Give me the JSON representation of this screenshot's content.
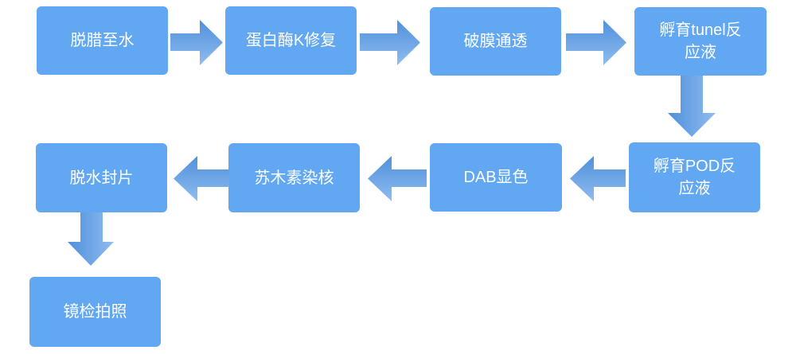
{
  "flow": {
    "description": "TUNEL staining protocol flowchart",
    "colors": {
      "background": "#ffffff",
      "box_fill": "#62A7F1",
      "box_text": "#ffffff",
      "arrow_gradient_start": "#4F90DC",
      "arrow_gradient_end": "#8FBCEF"
    },
    "nodes": [
      {
        "id": "step-1",
        "label": "脱腊至水"
      },
      {
        "id": "step-2",
        "label": "蛋白酶K修复"
      },
      {
        "id": "step-3",
        "label": "破膜通透"
      },
      {
        "id": "step-4",
        "label": "孵育tunel反应液"
      },
      {
        "id": "step-5",
        "label": "孵育POD反应液"
      },
      {
        "id": "step-6",
        "label": "DAB显色"
      },
      {
        "id": "step-7",
        "label": "苏木素染核"
      },
      {
        "id": "step-8",
        "label": "脱水封片"
      },
      {
        "id": "step-9",
        "label": "镜检拍照"
      }
    ],
    "edges": [
      {
        "from": "step-1",
        "to": "step-2",
        "direction": "right"
      },
      {
        "from": "step-2",
        "to": "step-3",
        "direction": "right"
      },
      {
        "from": "step-3",
        "to": "step-4",
        "direction": "right"
      },
      {
        "from": "step-4",
        "to": "step-5",
        "direction": "down"
      },
      {
        "from": "step-5",
        "to": "step-6",
        "direction": "left"
      },
      {
        "from": "step-6",
        "to": "step-7",
        "direction": "left"
      },
      {
        "from": "step-7",
        "to": "step-8",
        "direction": "left"
      },
      {
        "from": "step-8",
        "to": "step-9",
        "direction": "down"
      }
    ]
  }
}
